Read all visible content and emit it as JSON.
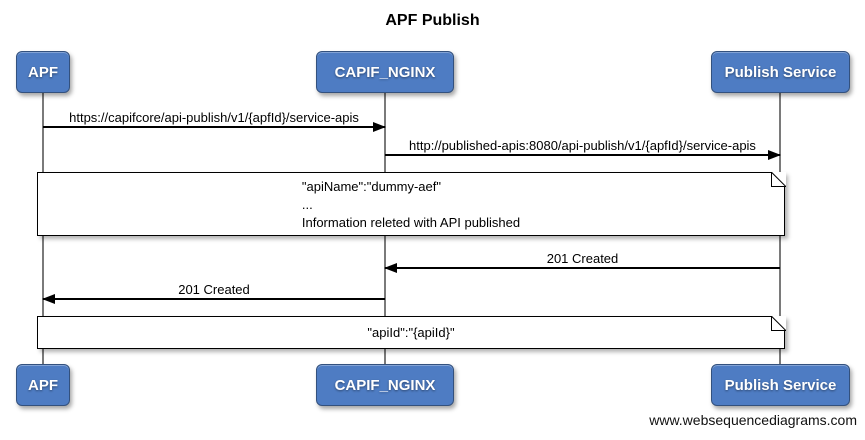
{
  "title": "APF Publish",
  "actors": {
    "apf": "APF",
    "capif_nginx": "CAPIF_NGINX",
    "publish_service": "Publish Service"
  },
  "messages": [
    {
      "from": "APF",
      "to": "CAPIF_NGINX",
      "direction": "right",
      "label": "https://capifcore/api-publish/v1/{apfId}/service-apis"
    },
    {
      "from": "CAPIF_NGINX",
      "to": "Publish Service",
      "direction": "right",
      "label": "http://published-apis:8080/api-publish/v1/{apfId}/service-apis"
    },
    {
      "from": "Publish Service",
      "to": "CAPIF_NGINX",
      "direction": "left",
      "label": "201 Created"
    },
    {
      "from": "CAPIF_NGINX",
      "to": "APF",
      "direction": "left",
      "label": "201 Created"
    }
  ],
  "notes": [
    {
      "lines": [
        "\"apiName\":\"dummy-aef\"",
        "...",
        "Information releted with API published"
      ]
    },
    {
      "lines": [
        "\"apiId\":\"{apiId}\""
      ]
    }
  ],
  "watermark": "www.websequencediagrams.com",
  "colors": {
    "background": "#ffffff",
    "actor_fill": "#4e7cc3",
    "actor_border": "#33517e",
    "actor_text": "#ffffff",
    "lifeline": "#7a7a7a",
    "arrow": "#000000",
    "note_fill": "#ffffff",
    "note_border": "#000000"
  }
}
